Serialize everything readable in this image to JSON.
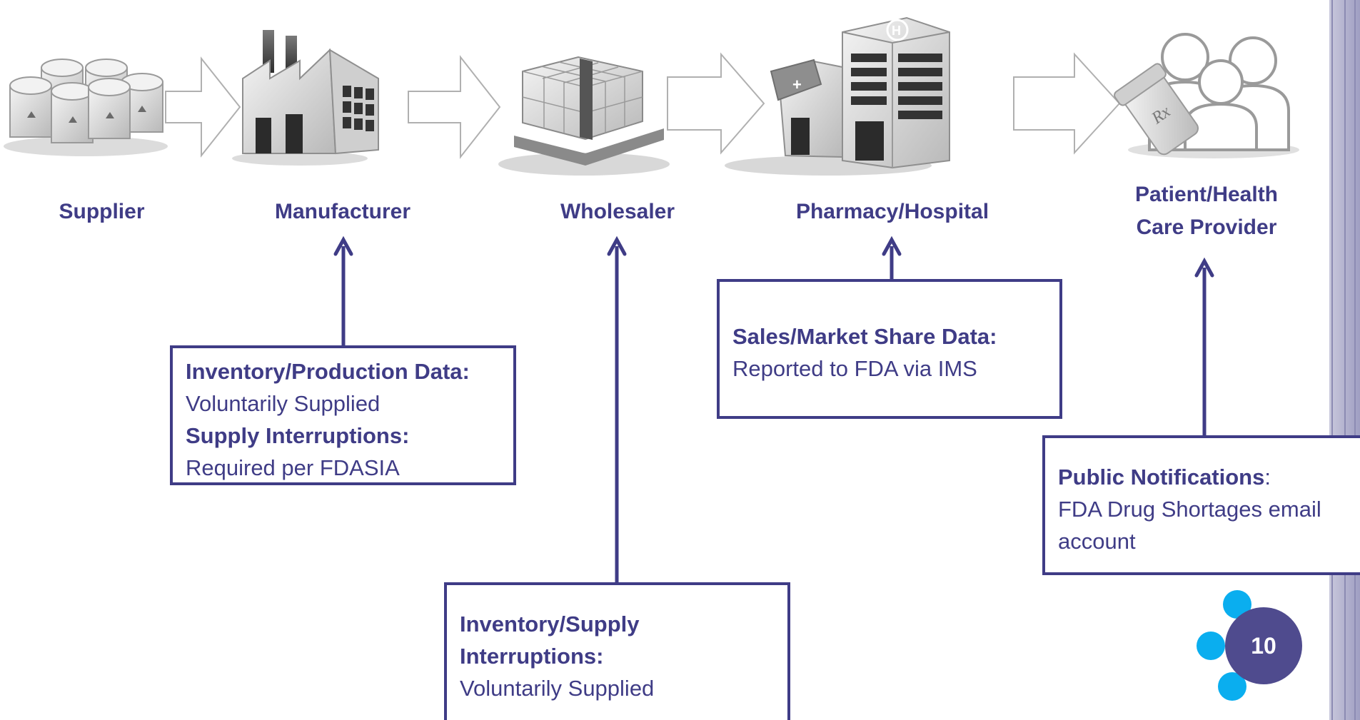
{
  "stages": [
    {
      "id": "supplier",
      "label": "Supplier",
      "icon": "barrels-icon"
    },
    {
      "id": "manufacturer",
      "label": "Manufacturer",
      "icon": "factory-icon"
    },
    {
      "id": "wholesaler",
      "label": "Wholesaler",
      "icon": "pallet-boxes-icon"
    },
    {
      "id": "pharmacy_hospital",
      "label": "Pharmacy/Hospital",
      "icon": "pharmacy-hospital-icon"
    },
    {
      "id": "patient_provider",
      "label_line1": "Patient/Health",
      "label_line2": "Care Provider",
      "icon": "patients-rx-icon"
    }
  ],
  "boxes": {
    "manufacturer": {
      "head1": "Inventory/Production Data:",
      "text1": "Voluntarily Supplied",
      "head2": "Supply Interruptions:",
      "text2": "Required per FDASIA"
    },
    "wholesaler": {
      "head_line1": "Inventory/Supply",
      "head_line2": "Interruptions:",
      "text": "Voluntarily Supplied"
    },
    "pharmacy": {
      "head": "Sales/Market Share Data:",
      "text": "Reported to FDA via IMS"
    },
    "patient": {
      "head": "Public Notifications",
      "colon": ":",
      "text_line1": "FDA Drug Shortages email",
      "text_line2": "account"
    }
  },
  "page_number": "10",
  "colors": {
    "primary": "#3f3c86",
    "accent_blue": "#0aaeef",
    "sidebar": "#b7b6d3",
    "icon_gray": "#9a9a9a"
  }
}
